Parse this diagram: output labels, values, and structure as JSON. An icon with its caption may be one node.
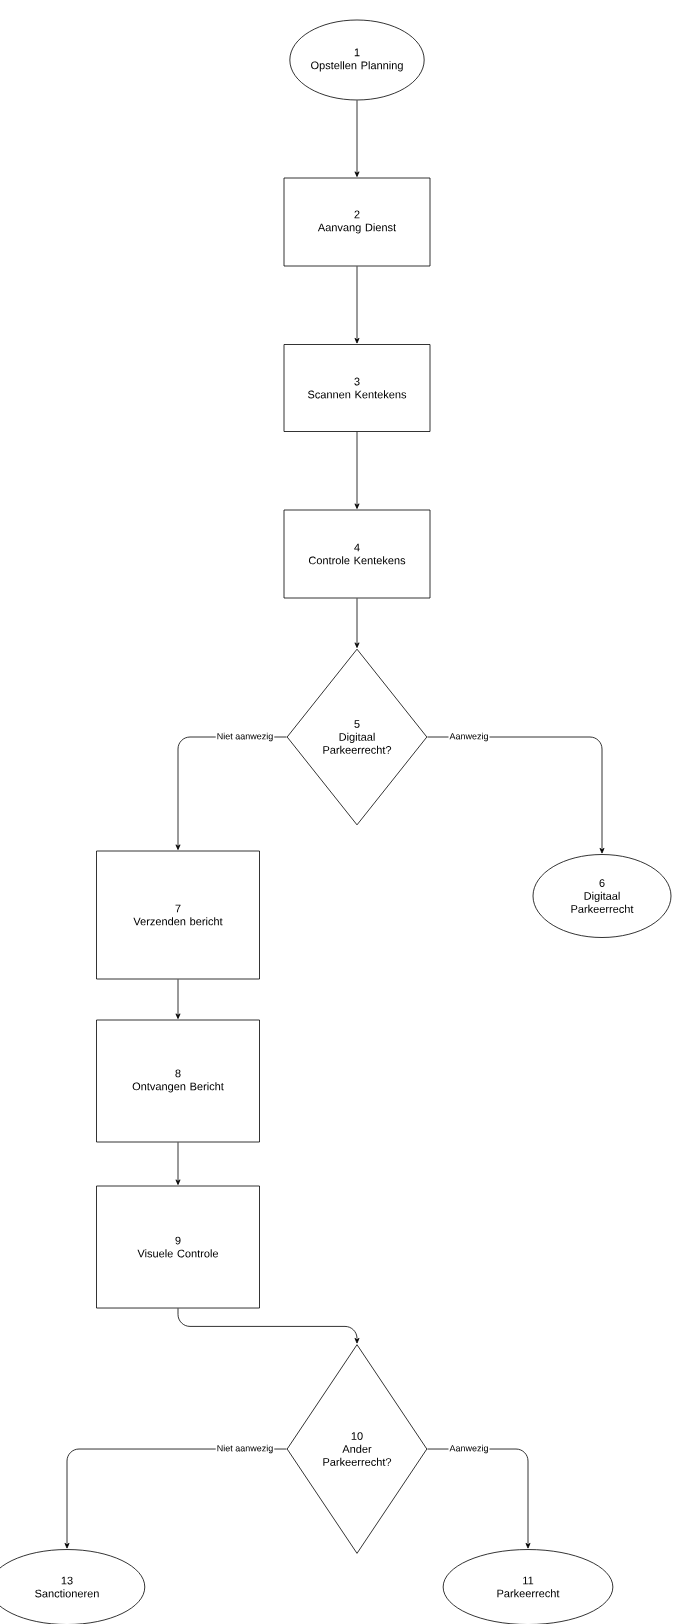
{
  "diagram": {
    "nodes": [
      {
        "text": [
          "1",
          "Opstellen Planning"
        ]
      },
      {
        "text": [
          "2",
          "Aanvang Dienst"
        ]
      },
      {
        "text": [
          "3",
          "Scannen Kentekens"
        ]
      },
      {
        "text": [
          "4",
          "Controle Kentekens"
        ]
      },
      {
        "text": [
          "5",
          "Digitaal Parkeerrecht?"
        ]
      },
      {
        "text": [
          "6",
          "Digitaal Parkeerrecht"
        ]
      },
      {
        "text": [
          "7",
          "Verzenden bericht"
        ]
      },
      {
        "text": [
          "8",
          "Ontvangen Bericht"
        ]
      },
      {
        "text": [
          "9",
          "Visuele Controle"
        ]
      },
      {
        "text": [
          "10",
          "Ander Parkeerrecht?"
        ]
      },
      {
        "text": [
          "11",
          "Parkeerrecht"
        ]
      },
      {
        "text": [
          "13",
          "Sanctioneren"
        ]
      }
    ],
    "edges": [
      {
        "from": 0,
        "to": 1,
        "arrow": "to"
      },
      {
        "from": 1,
        "to": 2,
        "arrow": "to"
      },
      {
        "from": 2,
        "to": 3,
        "arrow": "to"
      },
      {
        "from": 3,
        "to": 4,
        "arrow": "to"
      },
      {
        "from": 4,
        "to": 6,
        "arrow": "to",
        "label": "Niet aanwezig"
      },
      {
        "from": 4,
        "to": 5,
        "arrow": "to",
        "label": "Aanwezig"
      },
      {
        "from": 6,
        "to": 7,
        "arrow": "to"
      },
      {
        "from": 7,
        "to": 8,
        "arrow": "to"
      },
      {
        "from": 8,
        "to": 9,
        "arrow": "to"
      },
      {
        "from": 9,
        "to": 11,
        "arrow": "to",
        "label": "Niet aanwezig"
      },
      {
        "from": 9,
        "to": 10,
        "arrow": "to",
        "label": "Aanwezig"
      }
    ]
  }
}
